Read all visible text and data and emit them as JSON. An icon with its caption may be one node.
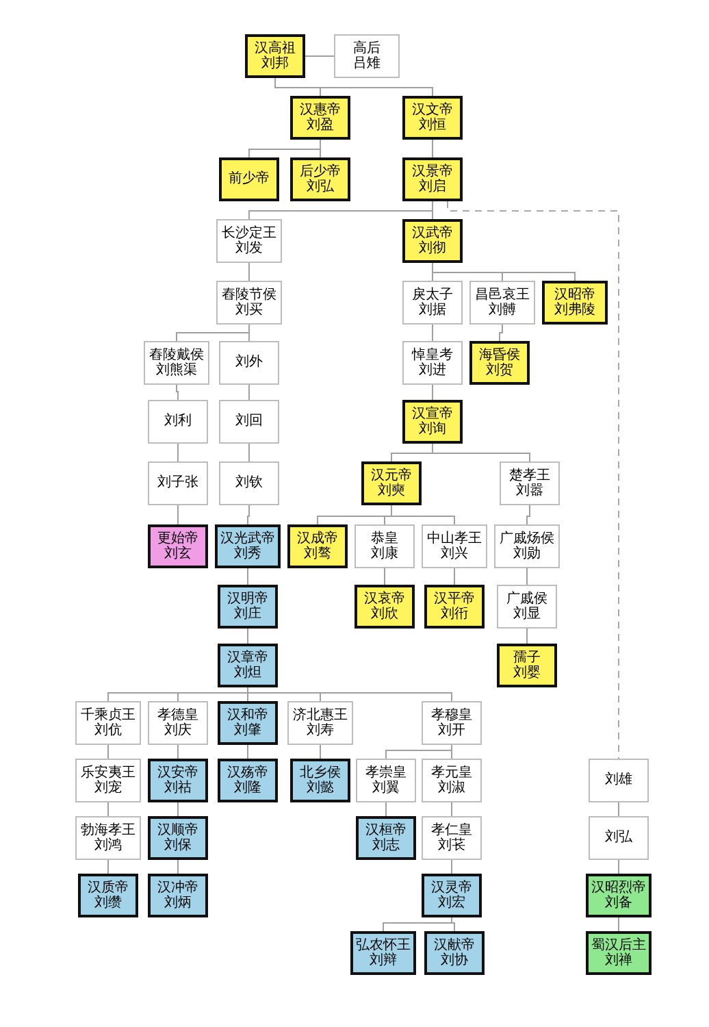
{
  "diagram": {
    "nodes": [
      {
        "text": [
          "汉高祖",
          "刘邦"
        ]
      },
      {
        "text": [
          "高后",
          "吕雉"
        ]
      },
      {
        "text": [
          "汉惠帝",
          "刘盈"
        ]
      },
      {
        "text": [
          "汉文帝",
          "刘恒"
        ]
      },
      {
        "text": [
          "前少帝"
        ]
      },
      {
        "text": [
          "后少帝",
          "刘弘"
        ]
      },
      {
        "text": [
          "汉景帝",
          "刘启"
        ]
      },
      {
        "text": [
          "长沙定王",
          "刘发"
        ]
      },
      {
        "text": [
          "汉武帝",
          "刘彻"
        ]
      },
      {
        "text": [
          "舂陵节侯",
          "刘买"
        ]
      },
      {
        "text": [
          "戾太子",
          "刘据"
        ]
      },
      {
        "text": [
          "昌邑哀王",
          "刘髆"
        ]
      },
      {
        "text": [
          "汉昭帝",
          "刘弗陵"
        ]
      },
      {
        "text": [
          "舂陵戴侯",
          "刘熊渠"
        ]
      },
      {
        "text": [
          "刘外"
        ]
      },
      {
        "text": [
          "悼皇考",
          "刘进"
        ]
      },
      {
        "text": [
          "海昏侯",
          "刘贺"
        ]
      },
      {
        "text": [
          "刘利"
        ]
      },
      {
        "text": [
          "刘回"
        ]
      },
      {
        "text": [
          "汉宣帝",
          "刘询"
        ]
      },
      {
        "text": [
          "刘子张"
        ]
      },
      {
        "text": [
          "刘钦"
        ]
      },
      {
        "text": [
          "汉元帝",
          "刘奭"
        ]
      },
      {
        "text": [
          "楚孝王",
          "刘嚣"
        ]
      },
      {
        "text": [
          "更始帝",
          "刘玄"
        ]
      },
      {
        "text": [
          "汉光武帝",
          "刘秀"
        ]
      },
      {
        "text": [
          "汉成帝",
          "刘骜"
        ]
      },
      {
        "text": [
          "恭皇",
          "刘康"
        ]
      },
      {
        "text": [
          "中山孝王",
          "刘兴"
        ]
      },
      {
        "text": [
          "广戚炀侯",
          "刘勋"
        ]
      },
      {
        "text": [
          "汉明帝",
          "刘庄"
        ]
      },
      {
        "text": [
          "汉哀帝",
          "刘欣"
        ]
      },
      {
        "text": [
          "汉平帝",
          "刘衎"
        ]
      },
      {
        "text": [
          "广戚侯",
          "刘显"
        ]
      },
      {
        "text": [
          "汉章帝",
          "刘炟"
        ]
      },
      {
        "text": [
          "孺子",
          "刘婴"
        ]
      },
      {
        "text": [
          "千乘贞王",
          "刘伉"
        ]
      },
      {
        "text": [
          "孝德皇",
          "刘庆"
        ]
      },
      {
        "text": [
          "汉和帝",
          "刘肇"
        ]
      },
      {
        "text": [
          "济北惠王",
          "刘寿"
        ]
      },
      {
        "text": [
          "孝穆皇",
          "刘开"
        ]
      },
      {
        "text": [
          "乐安夷王",
          "刘宠"
        ]
      },
      {
        "text": [
          "汉安帝",
          "刘祜"
        ]
      },
      {
        "text": [
          "汉殇帝",
          "刘隆"
        ]
      },
      {
        "text": [
          "北乡侯",
          "刘懿"
        ]
      },
      {
        "text": [
          "孝崇皇",
          "刘翼"
        ]
      },
      {
        "text": [
          "孝元皇",
          "刘淑"
        ]
      },
      {
        "text": [
          "勃海孝王",
          "刘鸿"
        ]
      },
      {
        "text": [
          "汉顺帝",
          "刘保"
        ]
      },
      {
        "text": [
          "汉桓帝",
          "刘志"
        ]
      },
      {
        "text": [
          "孝仁皇",
          "刘苌"
        ]
      },
      {
        "text": [
          "汉质帝",
          "刘缵"
        ]
      },
      {
        "text": [
          "汉冲帝",
          "刘炳"
        ]
      },
      {
        "text": [
          "汉灵帝",
          "刘宏"
        ]
      },
      {
        "text": [
          "弘农怀王",
          "刘辩"
        ]
      },
      {
        "text": [
          "汉献帝",
          "刘协"
        ]
      },
      {
        "text": [
          "刘雄"
        ]
      },
      {
        "text": [
          "刘弘"
        ]
      },
      {
        "text": [
          "汉昭烈帝",
          "刘备"
        ]
      },
      {
        "text": [
          "蜀汉后主",
          "刘禅"
        ]
      }
    ],
    "edges": [
      {
        "from": 0,
        "to": 1,
        "arrow": "none"
      },
      {
        "from": 0,
        "to": 2,
        "arrow": "none"
      },
      {
        "from": 0,
        "to": 3,
        "arrow": "none"
      },
      {
        "from": 2,
        "to": 4,
        "arrow": "none"
      },
      {
        "from": 2,
        "to": 5,
        "arrow": "none"
      },
      {
        "from": 3,
        "to": 6,
        "arrow": "none"
      },
      {
        "from": 6,
        "to": 7,
        "arrow": "none"
      },
      {
        "from": 6,
        "to": 8,
        "arrow": "none"
      },
      {
        "from": 6,
        "to": 56,
        "arrow": "none",
        "style": "dashed"
      },
      {
        "from": 7,
        "to": 9,
        "arrow": "none"
      },
      {
        "from": 8,
        "to": 10,
        "arrow": "none"
      },
      {
        "from": 8,
        "to": 11,
        "arrow": "none"
      },
      {
        "from": 8,
        "to": 12,
        "arrow": "none"
      },
      {
        "from": 9,
        "to": 13,
        "arrow": "none"
      },
      {
        "from": 9,
        "to": 14,
        "arrow": "none"
      },
      {
        "from": 10,
        "to": 15,
        "arrow": "none"
      },
      {
        "from": 11,
        "to": 16,
        "arrow": "none"
      },
      {
        "from": 15,
        "to": 19,
        "arrow": "none"
      },
      {
        "from": 13,
        "to": 17,
        "arrow": "none"
      },
      {
        "from": 14,
        "to": 18,
        "arrow": "none"
      },
      {
        "from": 17,
        "to": 20,
        "arrow": "none"
      },
      {
        "from": 18,
        "to": 21,
        "arrow": "none"
      },
      {
        "from": 20,
        "to": 24,
        "arrow": "none"
      },
      {
        "from": 21,
        "to": 25,
        "arrow": "none"
      },
      {
        "from": 19,
        "to": 22,
        "arrow": "none"
      },
      {
        "from": 19,
        "to": 23,
        "arrow": "none"
      },
      {
        "from": 22,
        "to": 26,
        "arrow": "none"
      },
      {
        "from": 22,
        "to": 27,
        "arrow": "none"
      },
      {
        "from": 22,
        "to": 28,
        "arrow": "none"
      },
      {
        "from": 23,
        "to": 29,
        "arrow": "none"
      },
      {
        "from": 27,
        "to": 31,
        "arrow": "none"
      },
      {
        "from": 28,
        "to": 32,
        "arrow": "none"
      },
      {
        "from": 29,
        "to": 33,
        "arrow": "none"
      },
      {
        "from": 33,
        "to": 35,
        "arrow": "none"
      },
      {
        "from": 25,
        "to": 30,
        "arrow": "none"
      },
      {
        "from": 30,
        "to": 34,
        "arrow": "none"
      },
      {
        "from": 34,
        "to": 36,
        "arrow": "none"
      },
      {
        "from": 34,
        "to": 37,
        "arrow": "none"
      },
      {
        "from": 34,
        "to": 38,
        "arrow": "none"
      },
      {
        "from": 34,
        "to": 39,
        "arrow": "none"
      },
      {
        "from": 34,
        "to": 40,
        "arrow": "none"
      },
      {
        "from": 36,
        "to": 41,
        "arrow": "none"
      },
      {
        "from": 41,
        "to": 47,
        "arrow": "none"
      },
      {
        "from": 37,
        "to": 42,
        "arrow": "none"
      },
      {
        "from": 42,
        "to": 48,
        "arrow": "none"
      },
      {
        "from": 47,
        "to": 51,
        "arrow": "none"
      },
      {
        "from": 48,
        "to": 52,
        "arrow": "none"
      },
      {
        "from": 38,
        "to": 43,
        "arrow": "none"
      },
      {
        "from": 39,
        "to": 44,
        "arrow": "none"
      },
      {
        "from": 40,
        "to": 45,
        "arrow": "none"
      },
      {
        "from": 40,
        "to": 46,
        "arrow": "none"
      },
      {
        "from": 45,
        "to": 49,
        "arrow": "none"
      },
      {
        "from": 46,
        "to": 50,
        "arrow": "none"
      },
      {
        "from": 50,
        "to": 53,
        "arrow": "none"
      },
      {
        "from": 53,
        "to": 54,
        "arrow": "none"
      },
      {
        "from": 53,
        "to": 55,
        "arrow": "none"
      },
      {
        "from": 56,
        "to": 57,
        "arrow": "none"
      },
      {
        "from": 57,
        "to": 58,
        "arrow": "none"
      },
      {
        "from": 58,
        "to": 59,
        "arrow": "none"
      }
    ]
  }
}
